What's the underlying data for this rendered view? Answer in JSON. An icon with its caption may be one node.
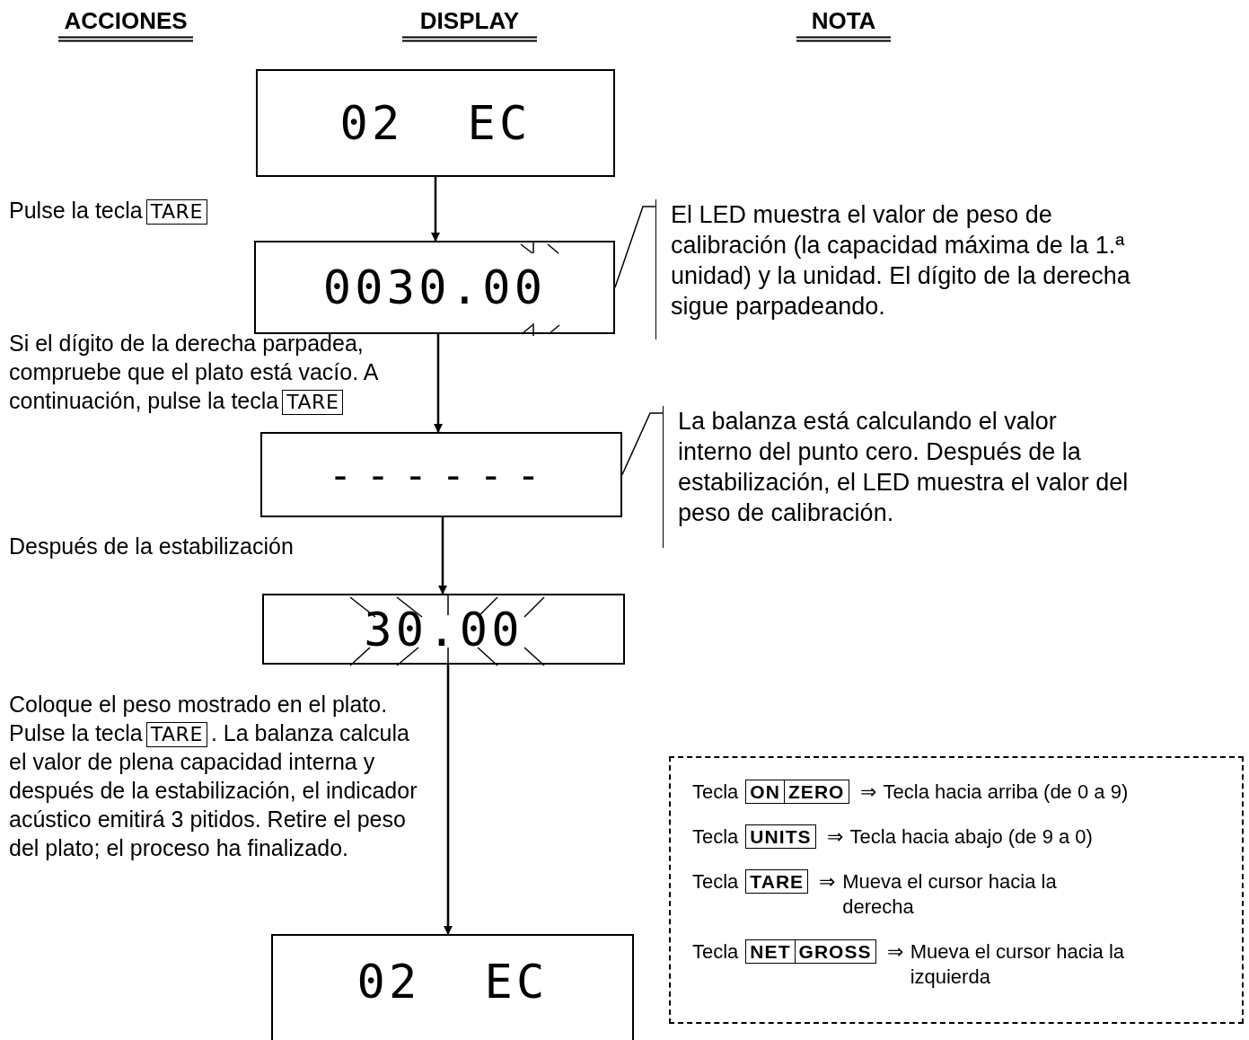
{
  "diagram": {
    "nodes": [
      {
        "text": [
          "02  EC"
        ]
      },
      {
        "text": [
          "TARE"
        ]
      },
      {
        "text": [
          "0030.00"
        ]
      },
      {
        "text": [
          "El LED muestra el valor de peso de calibración (la capacidad máxima de la 1.ª unidad) y la unidad. El dígito de la derecha sigue parpadeando."
        ]
      },
      {
        "text": [
          "TARE"
        ]
      },
      {
        "text": [
          "------"
        ]
      },
      {
        "text": [
          "La balanza está calculando el valor interno del punto cero. Después de la estabilización, el LED muestra el valor del peso de calibración."
        ]
      },
      {
        "text": [
          "30.00"
        ]
      },
      {
        "text": [
          "TARE"
        ]
      },
      {
        "text": [
          "02  EC"
        ]
      },
      {
        "text": [
          "Tecla",
          "⇒",
          "Tecla hacia arriba (de 0 a 9)",
          "Tecla",
          "⇒",
          "Tecla hacia abajo (de 9 a 0)",
          "Tecla",
          "⇒",
          "Mueva el cursor hacia la derecha",
          "Tecla",
          "⇒",
          "Mueva el cursor hacia la izquierda"
        ]
      },
      {
        "text": [
          "ON",
          "ZERO"
        ],
        "in": 10
      },
      {
        "text": [
          "UNITS"
        ],
        "in": 10
      },
      {
        "text": [
          "TARE"
        ],
        "in": 10
      },
      {
        "text": [
          "NET",
          "GROSS"
        ],
        "in": 10
      }
    ],
    "edges": [
      {
        "from": 0,
        "to": 2,
        "arrow": "to"
      },
      {
        "from": 2,
        "to": 5,
        "arrow": "to"
      },
      {
        "from": 5,
        "to": 7,
        "arrow": "to"
      },
      {
        "from": 7,
        "to": 9,
        "arrow": "to"
      },
      {
        "from": 3,
        "to": 2,
        "arrow": "none"
      },
      {
        "from": 6,
        "to": 5,
        "arrow": "none"
      }
    ],
    "labels": [
      "ACCIONES",
      "DISPLAY",
      "NOTA",
      "Pulse la tecla",
      "Si el dígito de la derecha parpadea, compruebe que el plato está vacío. A continuación, pulse la tecla",
      "Después de la estabilización",
      "Coloque el peso mostrado en el plato. Pulse la tecla",
      ". La balanza calcula el valor de plena capacidad interna y después de la estabilización, el indicador acústico emitirá 3 pitidos. Retire el peso del plato; el proceso ha finalizado."
    ]
  }
}
